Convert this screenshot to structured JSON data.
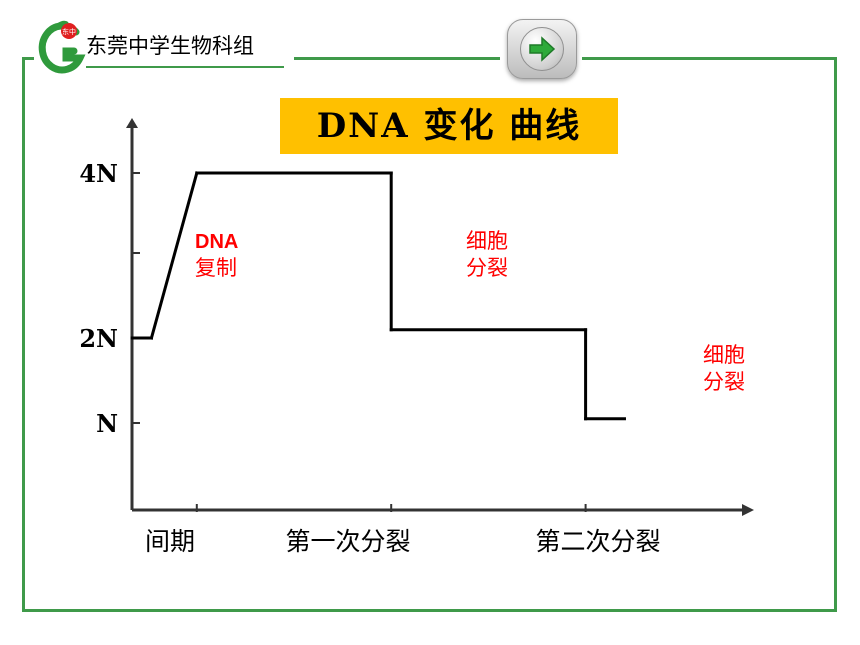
{
  "header": {
    "title": "东莞中学生物科组",
    "logo_icon": "school-logo-icon",
    "next_icon": "arrow-right-icon"
  },
  "colors": {
    "frame": "#3f9a4a",
    "title_bg": "#ffc000",
    "annotation": "#ff0000",
    "curve": "#000000",
    "next_arrow": "#2eaa3a"
  },
  "chart_data": {
    "type": "line",
    "title": "DNA 变化 曲线",
    "y_ticks": [
      {
        "label": "N",
        "value": 1
      },
      {
        "label": "2N",
        "value": 2
      },
      {
        "label": "4N",
        "value": 4
      }
    ],
    "x_periods": [
      "间期",
      "第一次分裂",
      "第二次分裂"
    ],
    "series": [
      {
        "points": [
          {
            "x": 0.0,
            "y": 2
          },
          {
            "x": 0.3,
            "y": 2
          },
          {
            "x": 1.0,
            "y": 4
          },
          {
            "x": 4.0,
            "y": 4
          },
          {
            "x": 4.0,
            "y": 2.1
          },
          {
            "x": 7.0,
            "y": 2.1
          },
          {
            "x": 7.0,
            "y": 1.05
          },
          {
            "x": 7.6,
            "y": 1.05
          }
        ]
      }
    ],
    "annotations": [
      {
        "lines": [
          "DNA",
          "复制"
        ]
      },
      {
        "lines": [
          "细胞",
          "分裂"
        ]
      },
      {
        "lines": [
          "细胞",
          "分裂"
        ]
      }
    ]
  }
}
